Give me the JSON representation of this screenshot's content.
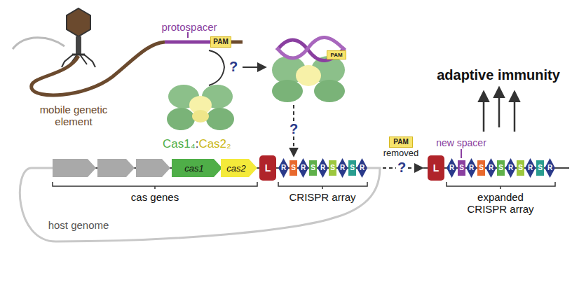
{
  "diagram": {
    "nodes": [
      {
        "text": [
          "PAM"
        ]
      },
      {
        "text": [
          "PAM"
        ]
      },
      {
        "text": [
          "cas1"
        ]
      },
      {
        "text": [
          "cas2"
        ]
      },
      {
        "text": [
          "L"
        ]
      },
      {
        "text": [
          "R"
        ]
      },
      {
        "text": [
          "S"
        ]
      },
      {
        "text": [
          "R"
        ]
      },
      {
        "text": [
          "S"
        ]
      },
      {
        "text": [
          "R"
        ]
      },
      {
        "text": [
          "S"
        ]
      },
      {
        "text": [
          "R"
        ]
      },
      {
        "text": [
          "S"
        ]
      },
      {
        "text": [
          "R"
        ]
      },
      {
        "text": [
          "PAM"
        ]
      },
      {
        "text": [
          "L"
        ]
      },
      {
        "text": [
          "R"
        ]
      },
      {
        "text": [
          "S"
        ]
      },
      {
        "text": [
          "R"
        ]
      },
      {
        "text": [
          "S"
        ]
      },
      {
        "text": [
          "R"
        ]
      },
      {
        "text": [
          "S"
        ]
      },
      {
        "text": [
          "R"
        ]
      },
      {
        "text": [
          "S"
        ]
      },
      {
        "text": [
          "R"
        ]
      },
      {
        "text": [
          "S"
        ]
      },
      {
        "text": [
          "R"
        ]
      }
    ],
    "labels": [
      "protospacer",
      "mobile genetic element",
      "Cas1₄",
      ":",
      "Cas2₂",
      "?",
      "?",
      "?",
      "removed",
      "new spacer",
      "adaptive immunity",
      "cas genes",
      "CRISPR array",
      "host genome",
      "expanded CRISPR array"
    ]
  }
}
